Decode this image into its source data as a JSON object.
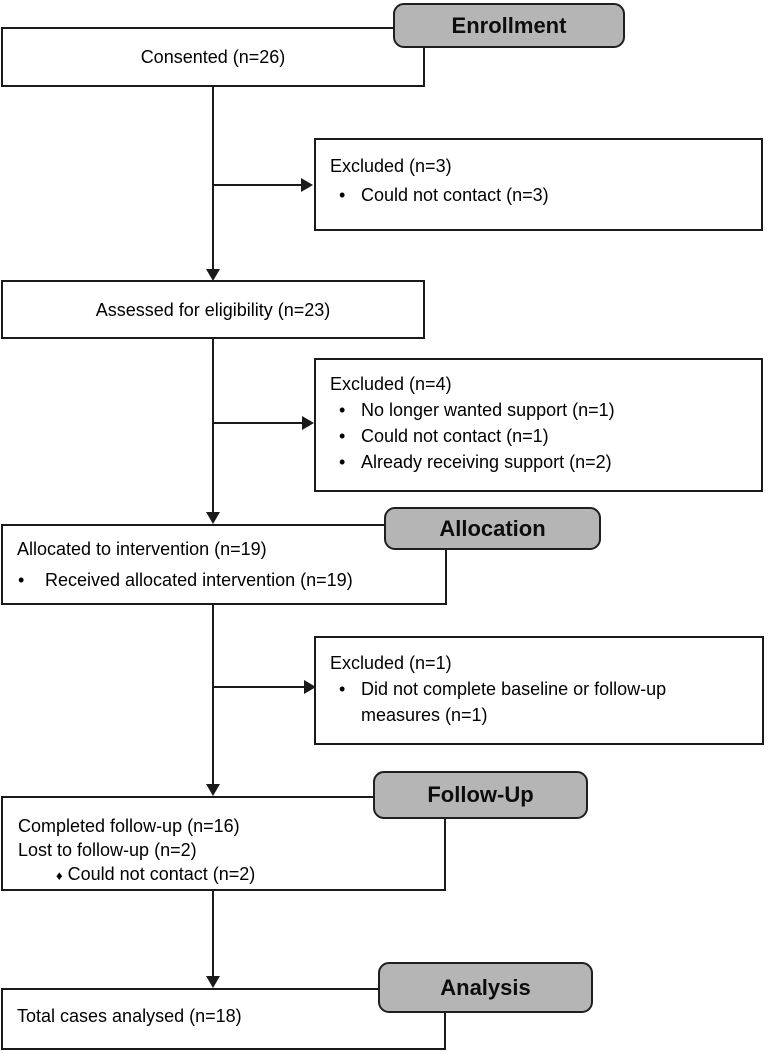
{
  "glyphs": {
    "bullet": "•",
    "diamond": "♦"
  },
  "colors": {
    "header_fill": "#b5b5b5",
    "header_border": "#1f1f1f",
    "box_border": "#1a1a1a",
    "connector": "#1a1a1a",
    "background": "#ffffff",
    "text": "#000000"
  },
  "headers": {
    "enrollment": "Enrollment",
    "allocation": "Allocation",
    "followup": "Follow-Up",
    "analysis": "Analysis"
  },
  "boxes": {
    "consented": {
      "title": "Consented (n=26)"
    },
    "excluded_enrollment": {
      "title": "Excluded (n=3)",
      "bullets": [
        "Could not contact (n=3)"
      ]
    },
    "assessed": {
      "title": "Assessed for eligibility (n=23)"
    },
    "excluded_eligibility": {
      "title": "Excluded (n=4)",
      "bullets": [
        "No longer wanted support (n=1)",
        "Could not contact (n=1)",
        "Already receiving support (n=2)"
      ]
    },
    "allocated": {
      "title": "Allocated to intervention (n=19)",
      "bullets": [
        "Received allocated intervention (n=19)"
      ]
    },
    "excluded_allocation": {
      "title": "Excluded (n=1)",
      "bullets": [
        "Did not complete baseline or follow-up measures (n=1)"
      ]
    },
    "followup": {
      "lines": [
        "Completed follow-up (n=16)",
        "Lost to follow-up (n=2)"
      ],
      "diamond_item": "Could not contact (n=2)"
    },
    "analysis": {
      "title": "Total cases analysed (n=18)"
    }
  }
}
